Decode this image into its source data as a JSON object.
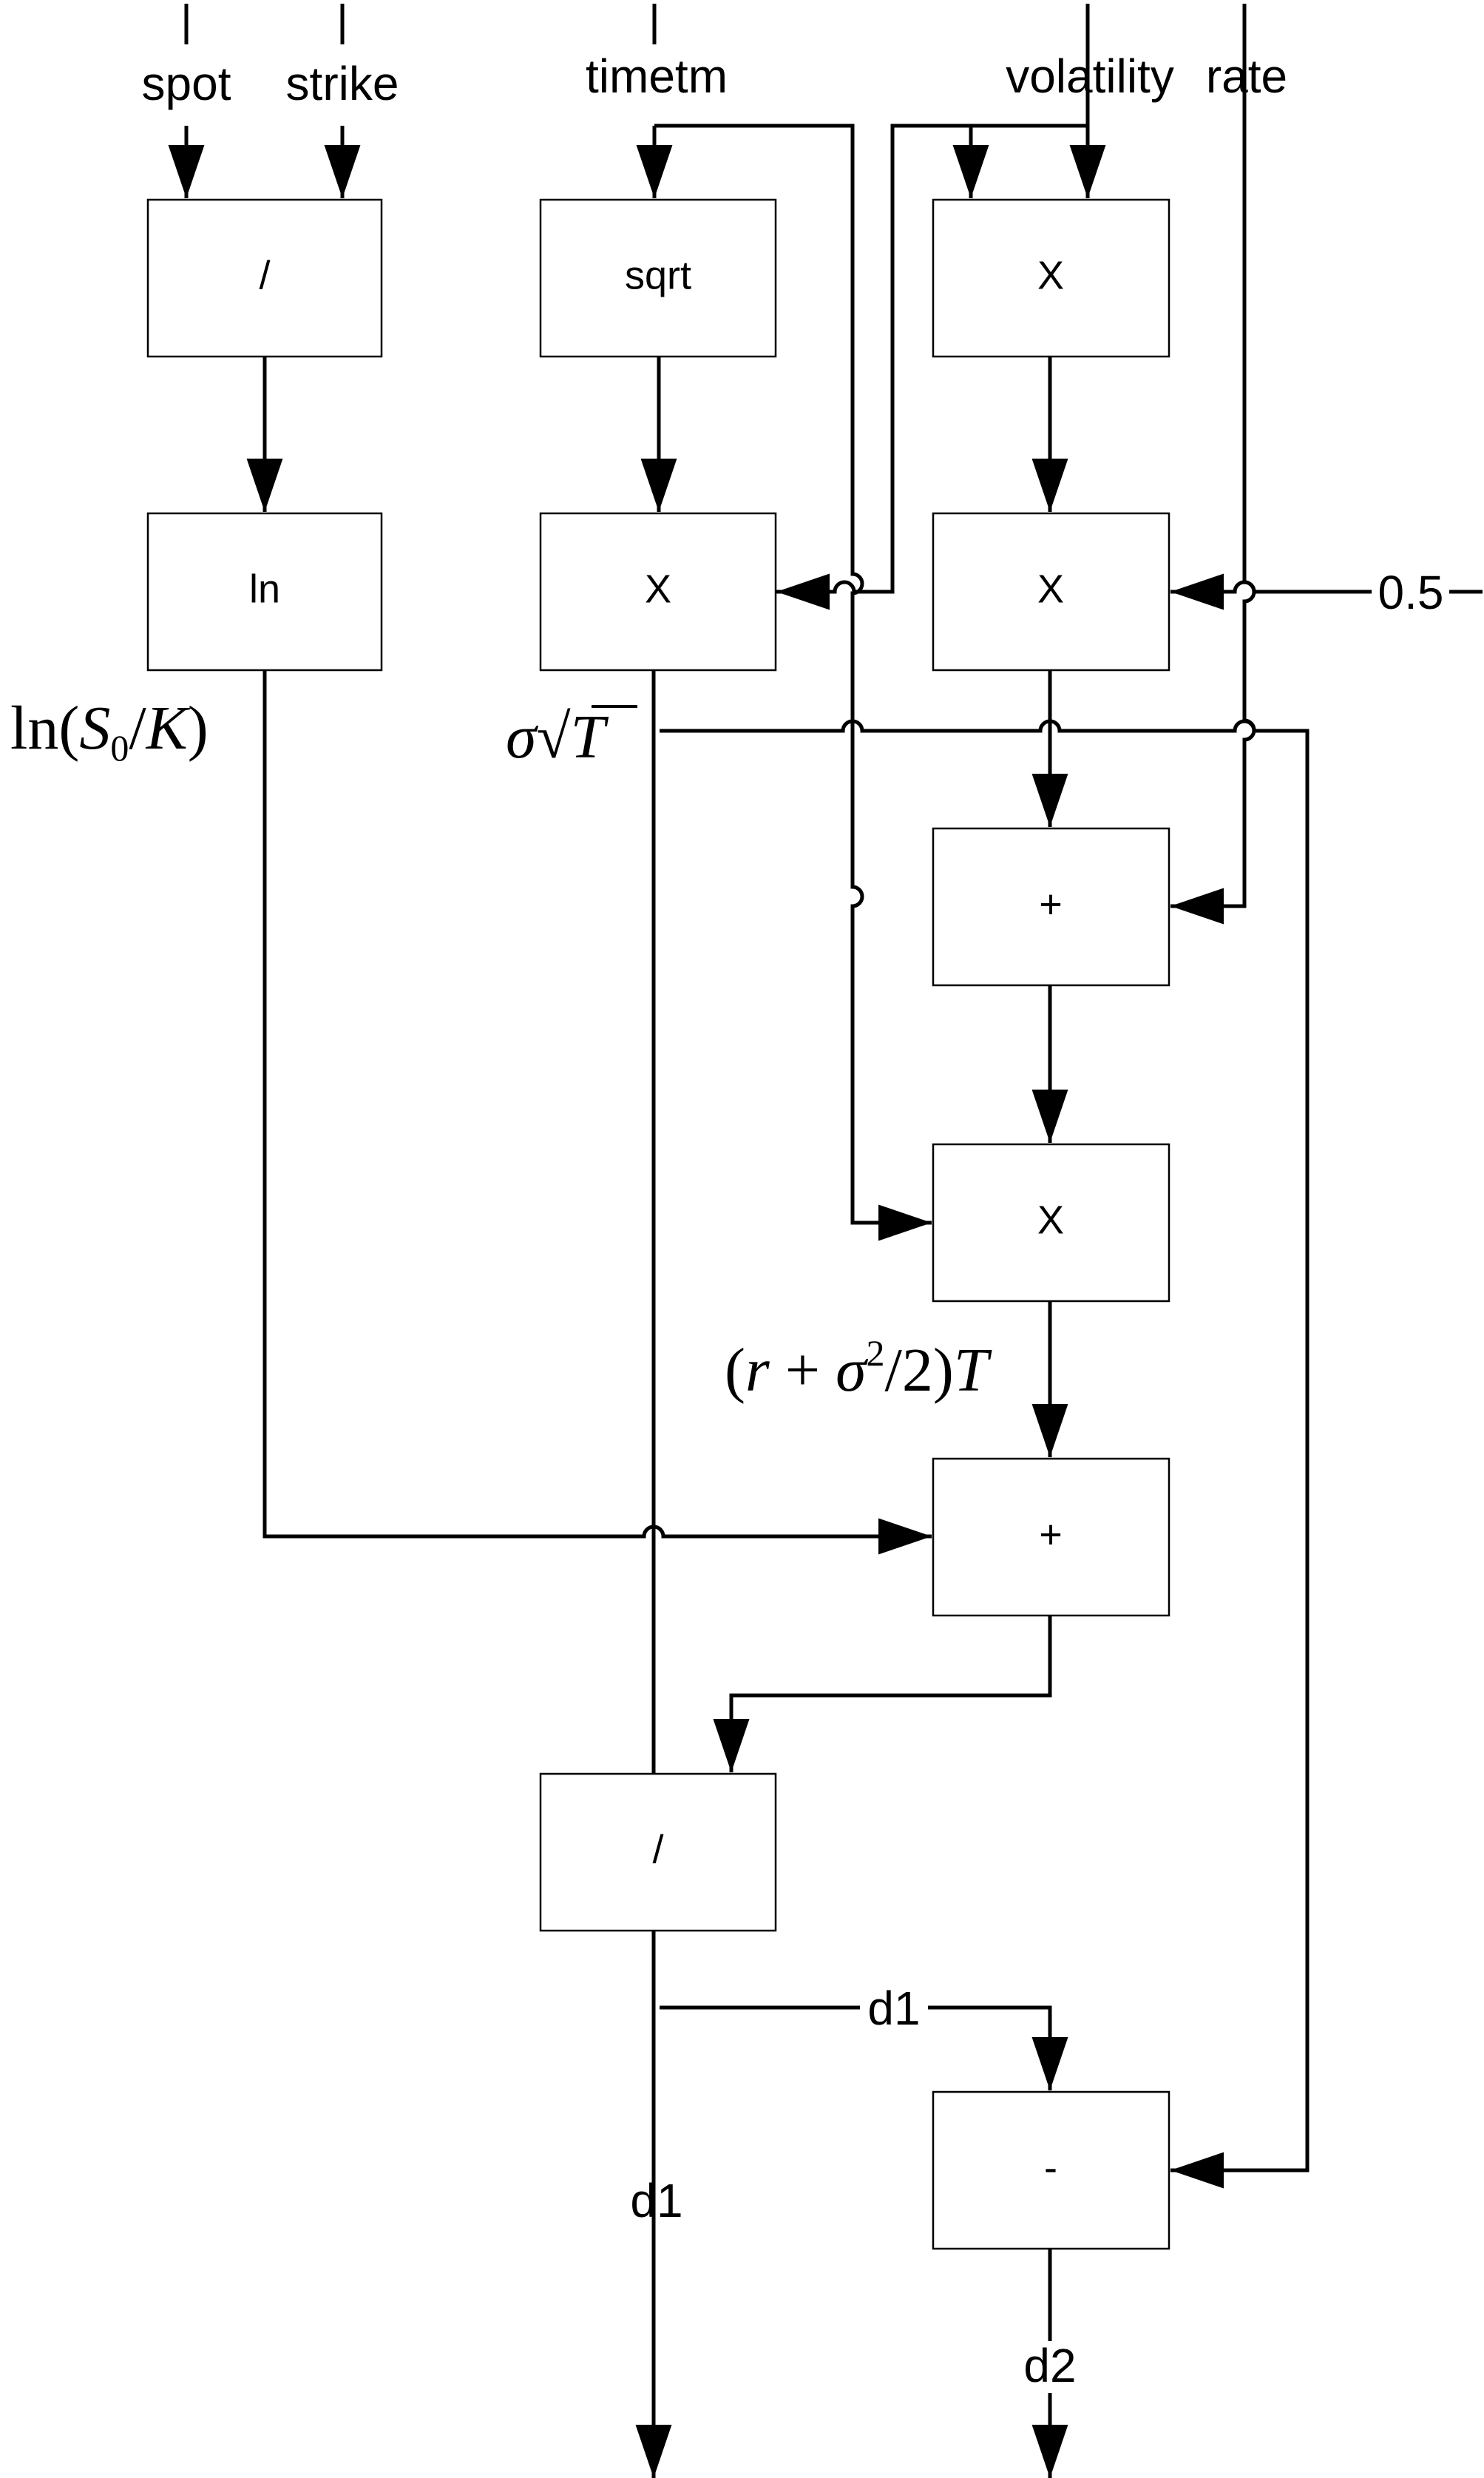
{
  "inputs": {
    "spot": "spot",
    "strike": "strike",
    "timetm": "timetm",
    "volatility": "volatility",
    "rate": "rate",
    "half": "0.5"
  },
  "blocks": {
    "divide_spot_strike": "/",
    "sqrt": "sqrt",
    "mul_vol_vol": "X",
    "ln": "ln",
    "mul_sqrt_vol": "X",
    "mul_half": "X",
    "add_rate": "+",
    "mul_time": "X",
    "add_ln": "+",
    "divide_final": "/",
    "subtract": "-"
  },
  "annotations": {
    "ln_ratio": {
      "pre": "ln(",
      "var": "S",
      "sub": "0",
      "mid": "/",
      "var2": "K",
      "post": ")"
    },
    "sigma_sqrt_t": {
      "sigma": "σ",
      "radical": "√",
      "var": "T"
    },
    "drift": {
      "pre": "(",
      "r": "r",
      "plus": " + ",
      "sigma": "σ",
      "sup": "2",
      "post": "/2)",
      "t": "T"
    }
  },
  "outputs": {
    "d1_branch": "d1",
    "d1": "d1",
    "d2": "d2"
  }
}
